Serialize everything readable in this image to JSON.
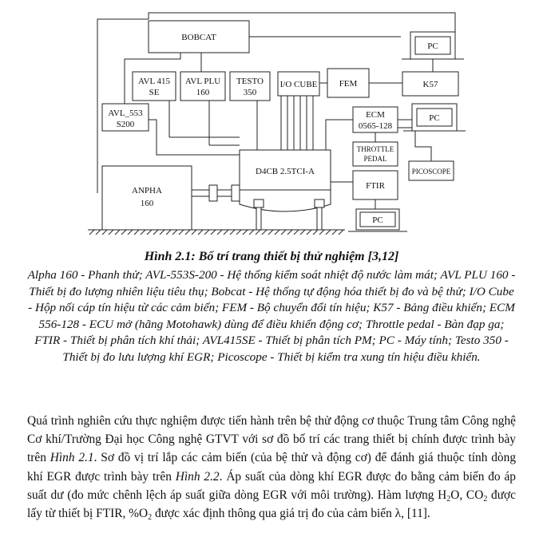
{
  "figure": {
    "blocks": {
      "bobcat": "BOBCAT",
      "avl415_l1": "AVL 415",
      "avl415_l2": "SE",
      "avlplu_l1": "AVL PLU",
      "avlplu_l2": "160",
      "testo_l1": "TESTO",
      "testo_l2": "350",
      "iocube": "I/O CUBE",
      "fem": "FEM",
      "k57": "K57",
      "pc_top": "PC",
      "avl553_l1": "AVL_553",
      "avl553_l2": "S200",
      "ecm_l1": "ECM",
      "ecm_l2": "0565-128",
      "pc_mid": "PC",
      "throttle_l1": "THROTTLE",
      "throttle_l2": "PEDAL",
      "picoscope": "PICOSCOPE",
      "anpha_l1": "ANPHA",
      "anpha_l2": "160",
      "engine": "D4CB 2.5TCI-A",
      "ftir": "FTIR",
      "pc_bottom": "PC"
    }
  },
  "caption": {
    "prefix": "Hình 2.1: ",
    "text": "Bố trí trang thiết bị thử nghiệm [3,12]"
  },
  "legend": "Alpha 160 - Phanh thử; AVL-553S-200 - Hệ thống kiểm soát nhiệt độ nước làm mát; AVL PLU 160 - Thiết bị đo lượng nhiên liệu tiêu thụ; Bobcat - Hệ thống tự động hóa thiết bị đo và bệ thử; I/O Cube - Hộp nối cáp tín hiệu từ các cảm biến; FEM - Bộ chuyển đổi tín hiệu; K57 - Bảng điều khiển; ECM 556-128 - ECU mở (hãng Motohawk) dùng để điều khiển động cơ; Throttle pedal - Bàn đạp ga; FTIR - Thiết bị phân tích khí thải; AVL415SE - Thiết bị phân tích PM; PC - Máy tính; Testo 350 - Thiết bị đo lưu lượng khí EGR; Picoscope - Thiết bị kiểm tra xung tín hiệu điều khiển.",
  "body": {
    "s1": "Quá trình nghiên cứu thực nghiệm được tiến hành trên bệ thử động cơ thuộc Trung tâm Công nghệ Cơ khí/Trường Đại học Công nghệ GTVT với sơ đồ bố trí các trang thiết bị chính được trình bày trên ",
    "ref1": "Hình 2.1",
    "s2": ". Sơ đồ vị trí lắp các cảm biến (của bệ thử và động cơ) để đánh giá thuộc tính dòng khí EGR được trình bày trên ",
    "ref2": "Hình 2.2",
    "s3": ". Áp suất của dòng khí EGR được đo bằng cảm biến đo áp suất dư (đo mức chênh lệch áp suất giữa dòng EGR với môi trường). Hàm lượng H",
    "sub1": "2",
    "s4": "O, CO",
    "sub2": "2",
    "s5": " được lấy từ thiết bị FTIR, %O",
    "sub3": "2",
    "s6": " được xác định thông qua giá trị đo của cảm biến λ, [11]."
  }
}
